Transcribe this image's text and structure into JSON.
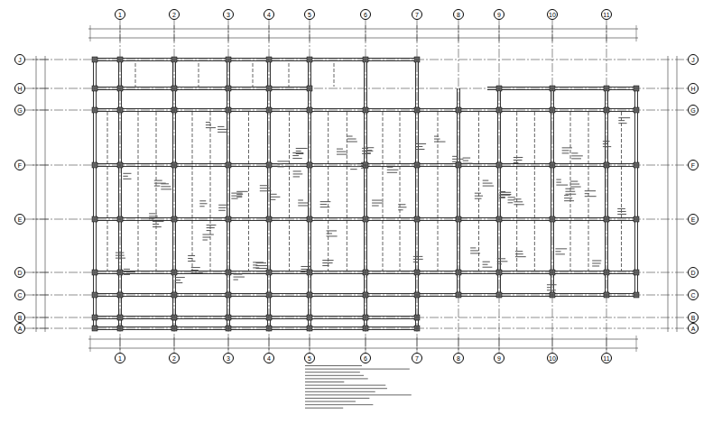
{
  "diagram": {
    "nodes": [
      {
        "text": [
          "1"
        ]
      },
      {
        "text": [
          "2"
        ]
      },
      {
        "text": [
          "3"
        ]
      },
      {
        "text": [
          "4"
        ]
      },
      {
        "text": [
          "5"
        ]
      },
      {
        "text": [
          "6"
        ]
      },
      {
        "text": [
          "7"
        ]
      },
      {
        "text": [
          "8"
        ]
      },
      {
        "text": [
          "9"
        ]
      },
      {
        "text": [
          "10"
        ]
      },
      {
        "text": [
          "11"
        ]
      },
      {
        "text": [
          "J"
        ]
      },
      {
        "text": [
          "H"
        ]
      },
      {
        "text": [
          "G"
        ]
      },
      {
        "text": [
          "F"
        ]
      },
      {
        "text": [
          "E"
        ]
      },
      {
        "text": [
          "D"
        ]
      },
      {
        "text": [
          "C"
        ]
      },
      {
        "text": [
          "B"
        ]
      },
      {
        "text": [
          "A"
        ]
      },
      {
        "text": [
          "J"
        ]
      },
      {
        "text": [
          "H"
        ]
      },
      {
        "text": [
          "G"
        ]
      },
      {
        "text": [
          "F"
        ]
      },
      {
        "text": [
          "E"
        ]
      },
      {
        "text": [
          "D"
        ]
      },
      {
        "text": [
          "C"
        ]
      },
      {
        "text": [
          "B"
        ]
      },
      {
        "text": [
          "A"
        ]
      },
      {
        "text": [
          "1"
        ]
      },
      {
        "text": [
          "2"
        ]
      },
      {
        "text": [
          "3"
        ]
      },
      {
        "text": [
          "4"
        ]
      },
      {
        "text": [
          "5"
        ]
      },
      {
        "text": [
          "6"
        ]
      },
      {
        "text": [
          "7"
        ]
      },
      {
        "text": [
          "8"
        ]
      },
      {
        "text": [
          "9"
        ]
      },
      {
        "text": [
          "10"
        ]
      },
      {
        "text": [
          "11"
        ]
      }
    ],
    "edges": [
      {
        "from": 0,
        "to": 29,
        "arrow": "none"
      },
      {
        "from": 1,
        "to": 30,
        "arrow": "none"
      },
      {
        "from": 2,
        "to": 31,
        "arrow": "none"
      },
      {
        "from": 3,
        "to": 32,
        "arrow": "none"
      },
      {
        "from": 4,
        "to": 33,
        "arrow": "none"
      },
      {
        "from": 5,
        "to": 34,
        "arrow": "none"
      },
      {
        "from": 6,
        "to": 35,
        "arrow": "none"
      },
      {
        "from": 7,
        "to": 36,
        "arrow": "none"
      },
      {
        "from": 8,
        "to": 37,
        "arrow": "none"
      },
      {
        "from": 9,
        "to": 38,
        "arrow": "none"
      },
      {
        "from": 10,
        "to": 39,
        "arrow": "none"
      },
      {
        "from": 11,
        "to": 20,
        "arrow": "none"
      },
      {
        "from": 12,
        "to": 21,
        "arrow": "none"
      },
      {
        "from": 13,
        "to": 22,
        "arrow": "none"
      },
      {
        "from": 14,
        "to": 23,
        "arrow": "none"
      },
      {
        "from": 15,
        "to": 24,
        "arrow": "none"
      },
      {
        "from": 16,
        "to": 25,
        "arrow": "none"
      },
      {
        "from": 17,
        "to": 26,
        "arrow": "none"
      },
      {
        "from": 18,
        "to": 27,
        "arrow": "none"
      },
      {
        "from": 19,
        "to": 28,
        "arrow": "none"
      }
    ]
  }
}
